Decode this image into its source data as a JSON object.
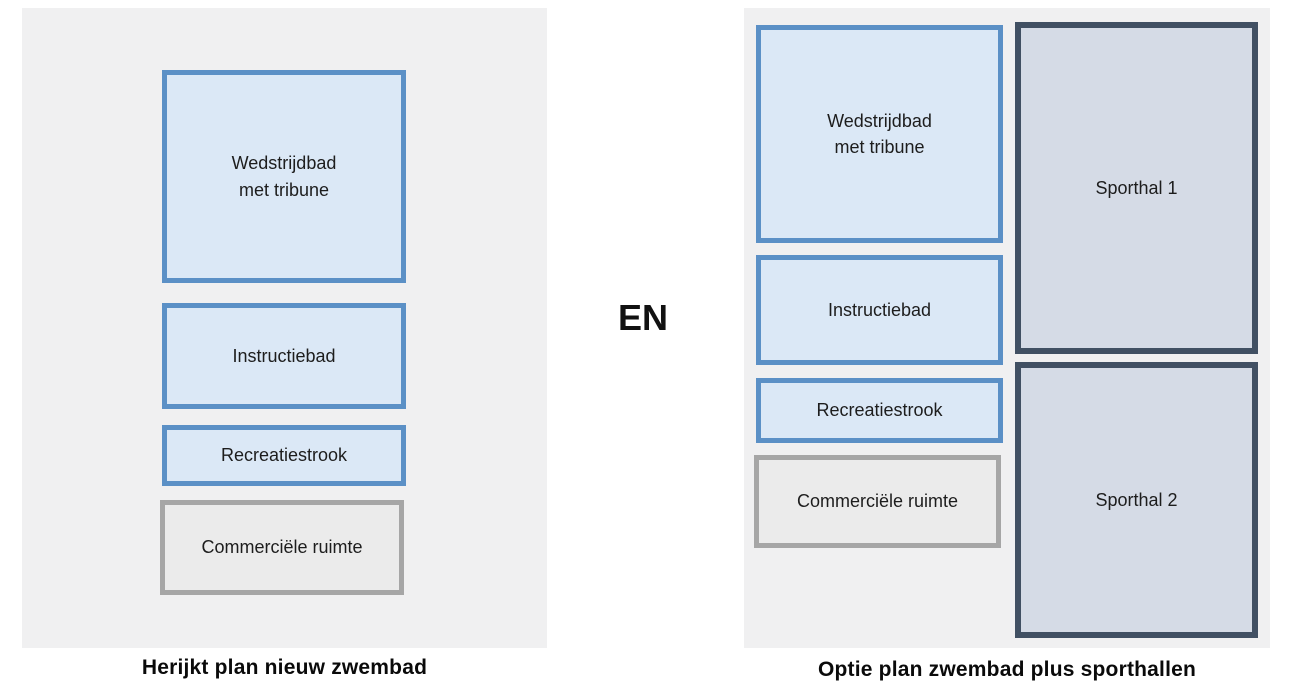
{
  "connector": {
    "label": "EN"
  },
  "colors": {
    "panel_background": "#f0f0f1",
    "pool_border": "#5b90c6",
    "pool_fill": "#dbe8f6",
    "commercial_border": "#a6a6a6",
    "commercial_fill": "#ebebeb",
    "sporthal_border": "#415063",
    "sporthal_fill": "#d5dbe6"
  },
  "left_panel": {
    "caption": "Herijkt plan nieuw zwembad",
    "boxes": [
      {
        "label": "Wedstrijdbad\nmet tribune"
      },
      {
        "label": "Instructiebad"
      },
      {
        "label": "Recreatiestrook"
      },
      {
        "label": "Commerciële ruimte"
      }
    ]
  },
  "right_panel": {
    "caption": "Optie plan zwembad plus sporthallen",
    "boxes": [
      {
        "label": "Wedstrijdbad\nmet tribune"
      },
      {
        "label": "Instructiebad"
      },
      {
        "label": "Recreatiestrook"
      },
      {
        "label": "Commerciële ruimte"
      }
    ],
    "sport_halls": [
      {
        "label": "Sporthal 1"
      },
      {
        "label": "Sporthal 2"
      }
    ]
  }
}
